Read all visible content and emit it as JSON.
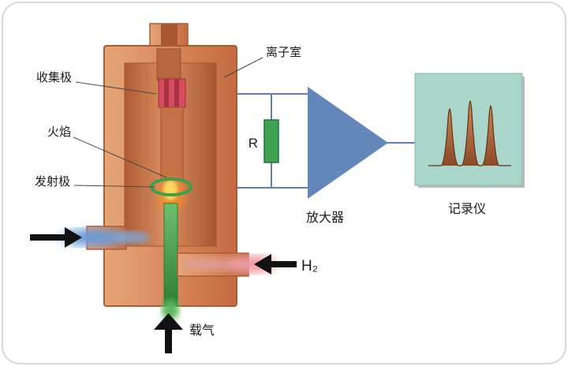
{
  "labels": {
    "ion_chamber": "离子室",
    "collector": "收集极",
    "flame": "火焰",
    "emitter": "发射极",
    "resistor": "R",
    "hydrogen": "H₂",
    "amplifier": "放大器",
    "recorder": "记录仪",
    "carrier_gas": "载气"
  },
  "colors": {
    "chamber_copper": "#d88a5c",
    "chamber_outline": "#b05a34",
    "collector_red": "#d64d5e",
    "collector_stripe": "#a83244",
    "resistor_green": "#3fa24e",
    "wire_blue": "#5f7fb5",
    "amplifier_blue": "#6387b8",
    "recorder_teal": "#aad5ca",
    "flame_orange": "#f08c2e",
    "jet_green": "#3f9e4a",
    "air_flow_blue": "#6a9bd8",
    "h2_flow_pink": "#ef9aa0",
    "arrow_black": "#111111"
  }
}
